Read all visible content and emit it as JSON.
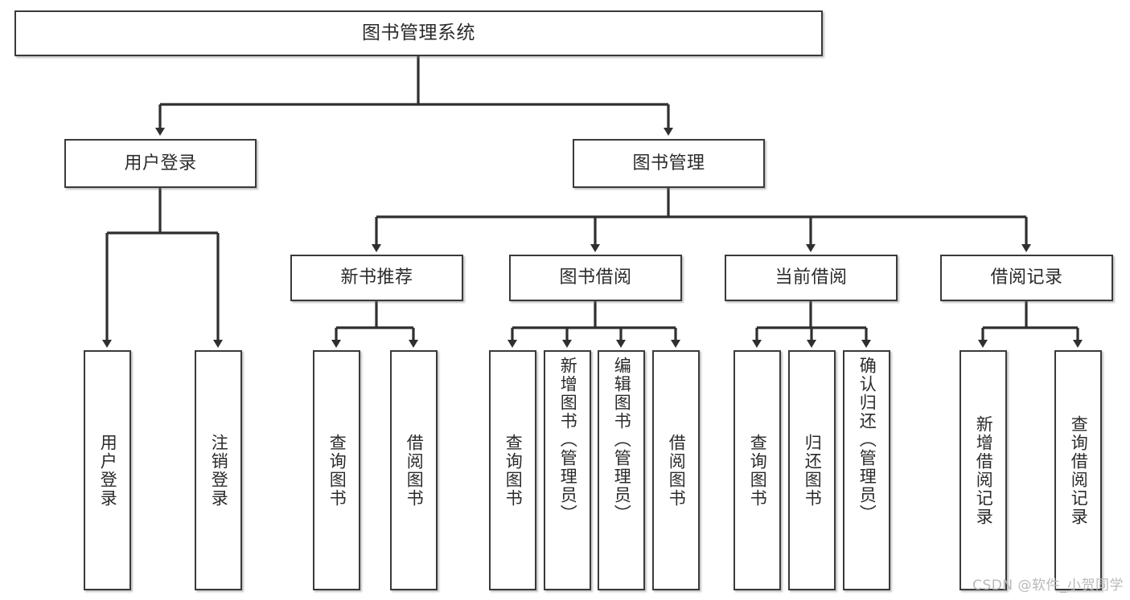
{
  "diagram": {
    "title": "图书管理系统",
    "type": "tree-hierarchy",
    "orientation": "top-down",
    "stroke_color": "#3a3a3a",
    "text_color": "#2b2b2b",
    "background_color": "#ffffff"
  },
  "nodes": {
    "root": {
      "label": "图书管理系统"
    },
    "level1": [
      {
        "label": "用户登录"
      },
      {
        "label": "图书管理"
      }
    ],
    "level2": [
      {
        "label": "新书推荐"
      },
      {
        "label": "图书借阅"
      },
      {
        "label": "当前借阅"
      },
      {
        "label": "借阅记录"
      }
    ],
    "leaves": {
      "user_login": [
        {
          "label": "用户登录"
        },
        {
          "label": "注销登录"
        }
      ],
      "new_book_recommend": [
        {
          "label": "查询图书"
        },
        {
          "label": "借阅图书"
        }
      ],
      "book_borrow": [
        {
          "label": "查询图书"
        },
        {
          "label": "新增图书（管理员）"
        },
        {
          "label": "编辑图书（管理员）"
        },
        {
          "label": "借阅图书"
        }
      ],
      "current_borrow": [
        {
          "label": "查询图书"
        },
        {
          "label": "归还图书"
        },
        {
          "label": "确认归还（管理员）"
        }
      ],
      "borrow_record": [
        {
          "label": "新增借阅记录"
        },
        {
          "label": "查询借阅记录"
        }
      ]
    }
  },
  "watermark": {
    "text": "CSDN @软件_小贺同学"
  }
}
